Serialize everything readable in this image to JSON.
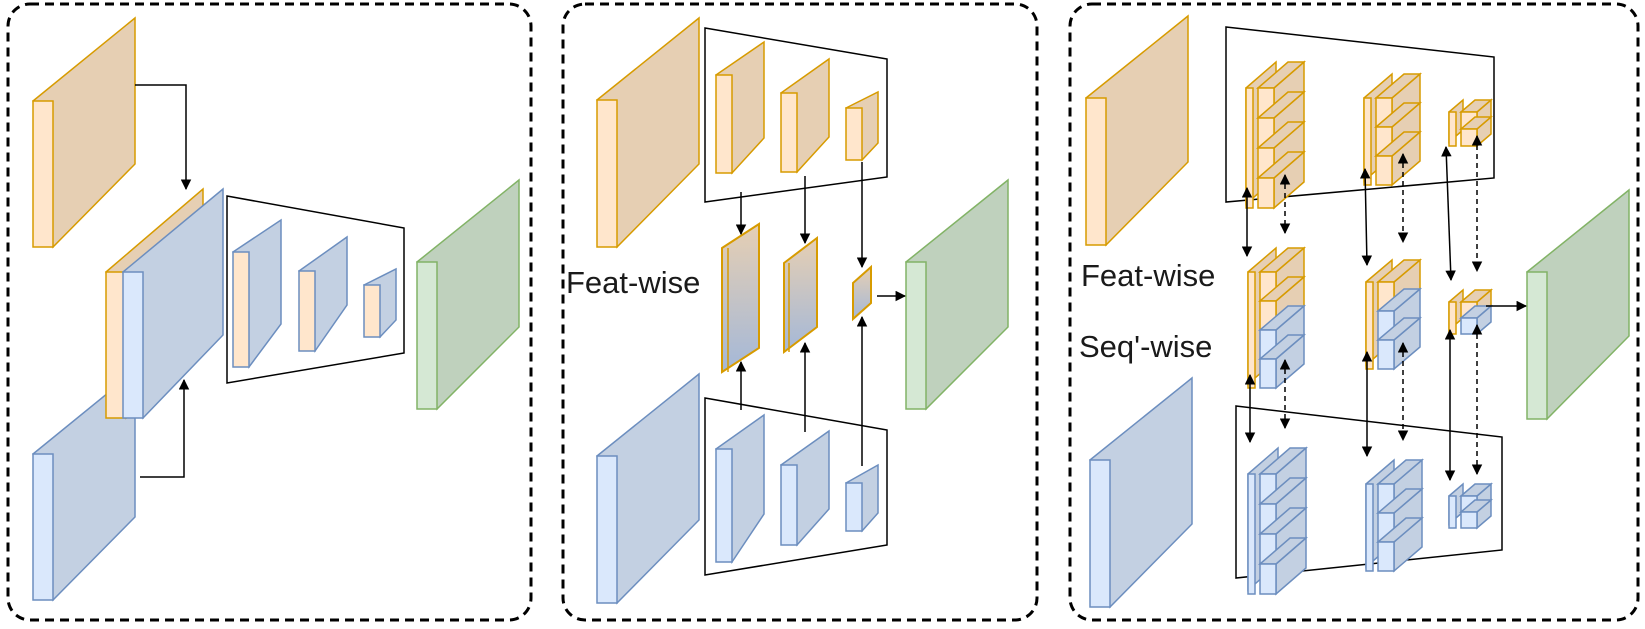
{
  "labels": {
    "feat_wise_middle": "Feat-wise",
    "feat_wise_right": "Feat-wise",
    "seq_wise_right": "Seq'-wise"
  },
  "colors": {
    "orange_stroke": "#d79b00",
    "orange_fill": "#ffe6cc",
    "orange_shade": "#e6cfb3",
    "blue_stroke": "#6c8ebf",
    "blue_fill": "#dae8fc",
    "blue_shade": "#c3d0e2",
    "green_stroke": "#82b366",
    "green_fill": "#d5e8d4",
    "green_shade": "#bfd1bd",
    "panel_border": "#000000"
  }
}
